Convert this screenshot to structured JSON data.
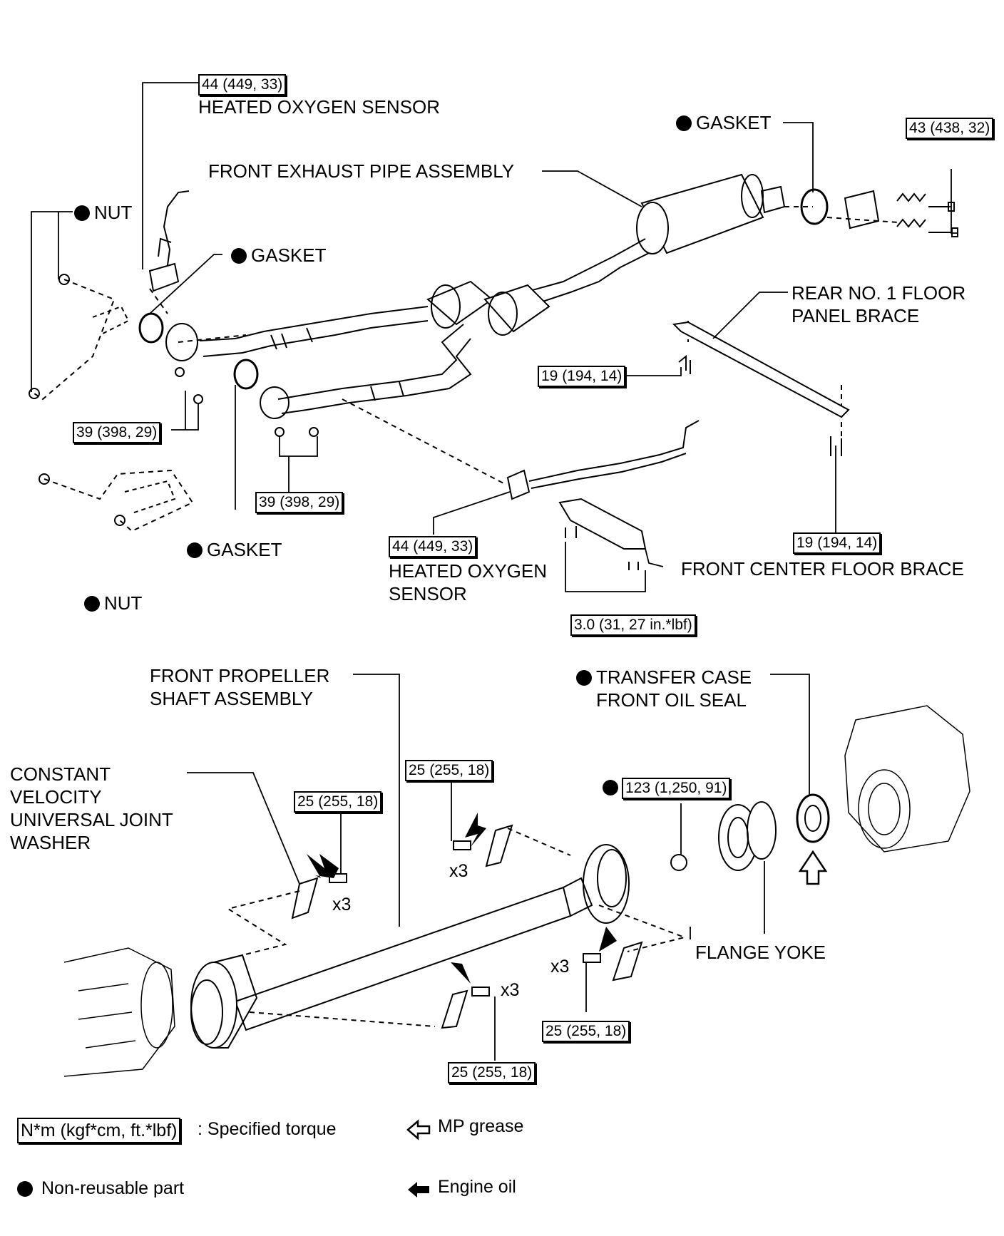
{
  "labels": {
    "hos_top": "HEATED OXYGEN SENSOR",
    "gasket_tr": "GASKET",
    "front_exhaust": "FRONT EXHAUST PIPE ASSEMBLY",
    "nut_top": "NUT",
    "gasket_mid": "GASKET",
    "rear_brace_1": "REAR NO. 1 FLOOR",
    "rear_brace_2": "PANEL BRACE",
    "gasket_low": "GASKET",
    "hos_low_1": "HEATED OXYGEN",
    "hos_low_2": "SENSOR",
    "front_center_brace": "FRONT CENTER FLOOR BRACE",
    "nut_low": "NUT",
    "prop_shaft_1": "FRONT PROPELLER",
    "prop_shaft_2": "SHAFT ASSEMBLY",
    "oil_seal_1": "TRANSFER CASE",
    "oil_seal_2": "FRONT OIL SEAL",
    "cv_1": "CONSTANT",
    "cv_2": "VELOCITY",
    "cv_3": "UNIVERSAL JOINT",
    "cv_4": "WASHER",
    "flange_yoke": "FLANGE YOKE"
  },
  "torques": {
    "t1": "44 (449, 33)",
    "t2": "43 (438, 32)",
    "t3": "19 (194, 14)",
    "t4": "39 (398, 29)",
    "t5": "39 (398, 29)",
    "t6": "44 (449, 33)",
    "t7": "19 (194, 14)",
    "t8": "3.0 (31, 27 in.*lbf)",
    "t9": "25 (255, 18)",
    "t10": "25 (255, 18)",
    "t11": "123 (1,250, 91)",
    "t12": "25 (255, 18)",
    "t13": "25 (255, 18)"
  },
  "counts": {
    "c1": "x3",
    "c2": "x3",
    "c3": "x3",
    "c4": "x3"
  },
  "legend": {
    "torque_box": "N*m (kgf*cm, ft.*lbf)",
    "torque_text": ": Specified torque",
    "mp_grease": "MP grease",
    "non_reusable": "Non-reusable part",
    "engine_oil": "Engine oil"
  }
}
